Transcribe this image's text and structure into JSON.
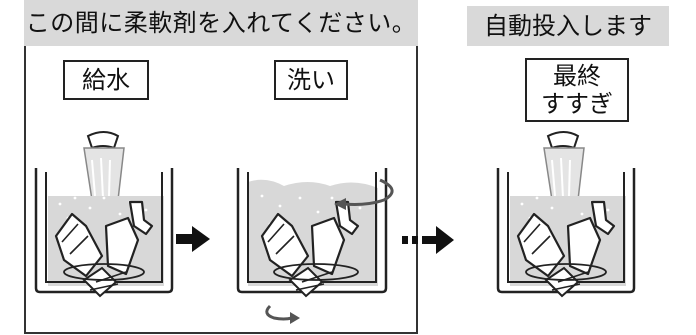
{
  "header": {
    "instruction": "この間に柔軟剤を入れてください。",
    "auto_label": "自動投入します"
  },
  "steps": [
    {
      "label": "給水"
    },
    {
      "label": "洗い"
    },
    {
      "label_lines": [
        "最終",
        "すすぎ"
      ]
    }
  ],
  "colors": {
    "banner_bg": "#d9d9d9",
    "line": "#222222",
    "water": "#d8d8d8"
  },
  "icons": [
    "arrow-right-icon",
    "dashed-arrow-icon",
    "rotation-arrow-icon"
  ]
}
